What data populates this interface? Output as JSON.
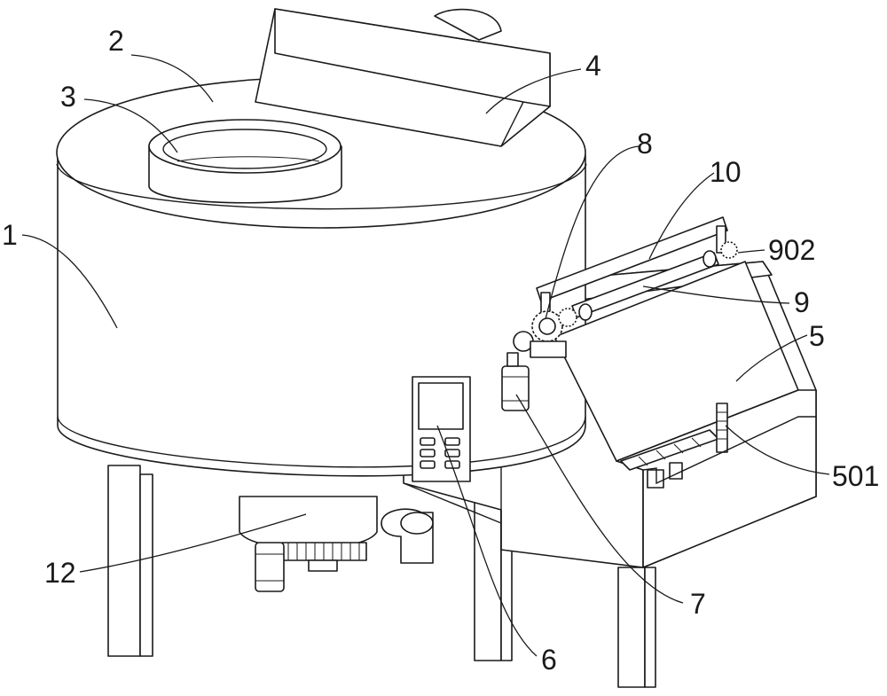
{
  "labels": [
    {
      "id": "1",
      "text": "1"
    },
    {
      "id": "2",
      "text": "2"
    },
    {
      "id": "3",
      "text": "3"
    },
    {
      "id": "4",
      "text": "4"
    },
    {
      "id": "5",
      "text": "5"
    },
    {
      "id": "6",
      "text": "6"
    },
    {
      "id": "7",
      "text": "7"
    },
    {
      "id": "8",
      "text": "8"
    },
    {
      "id": "9",
      "text": "9"
    },
    {
      "id": "10",
      "text": "10"
    },
    {
      "id": "12",
      "text": "12"
    },
    {
      "id": "501",
      "text": "501"
    },
    {
      "id": "902",
      "text": "902"
    }
  ]
}
